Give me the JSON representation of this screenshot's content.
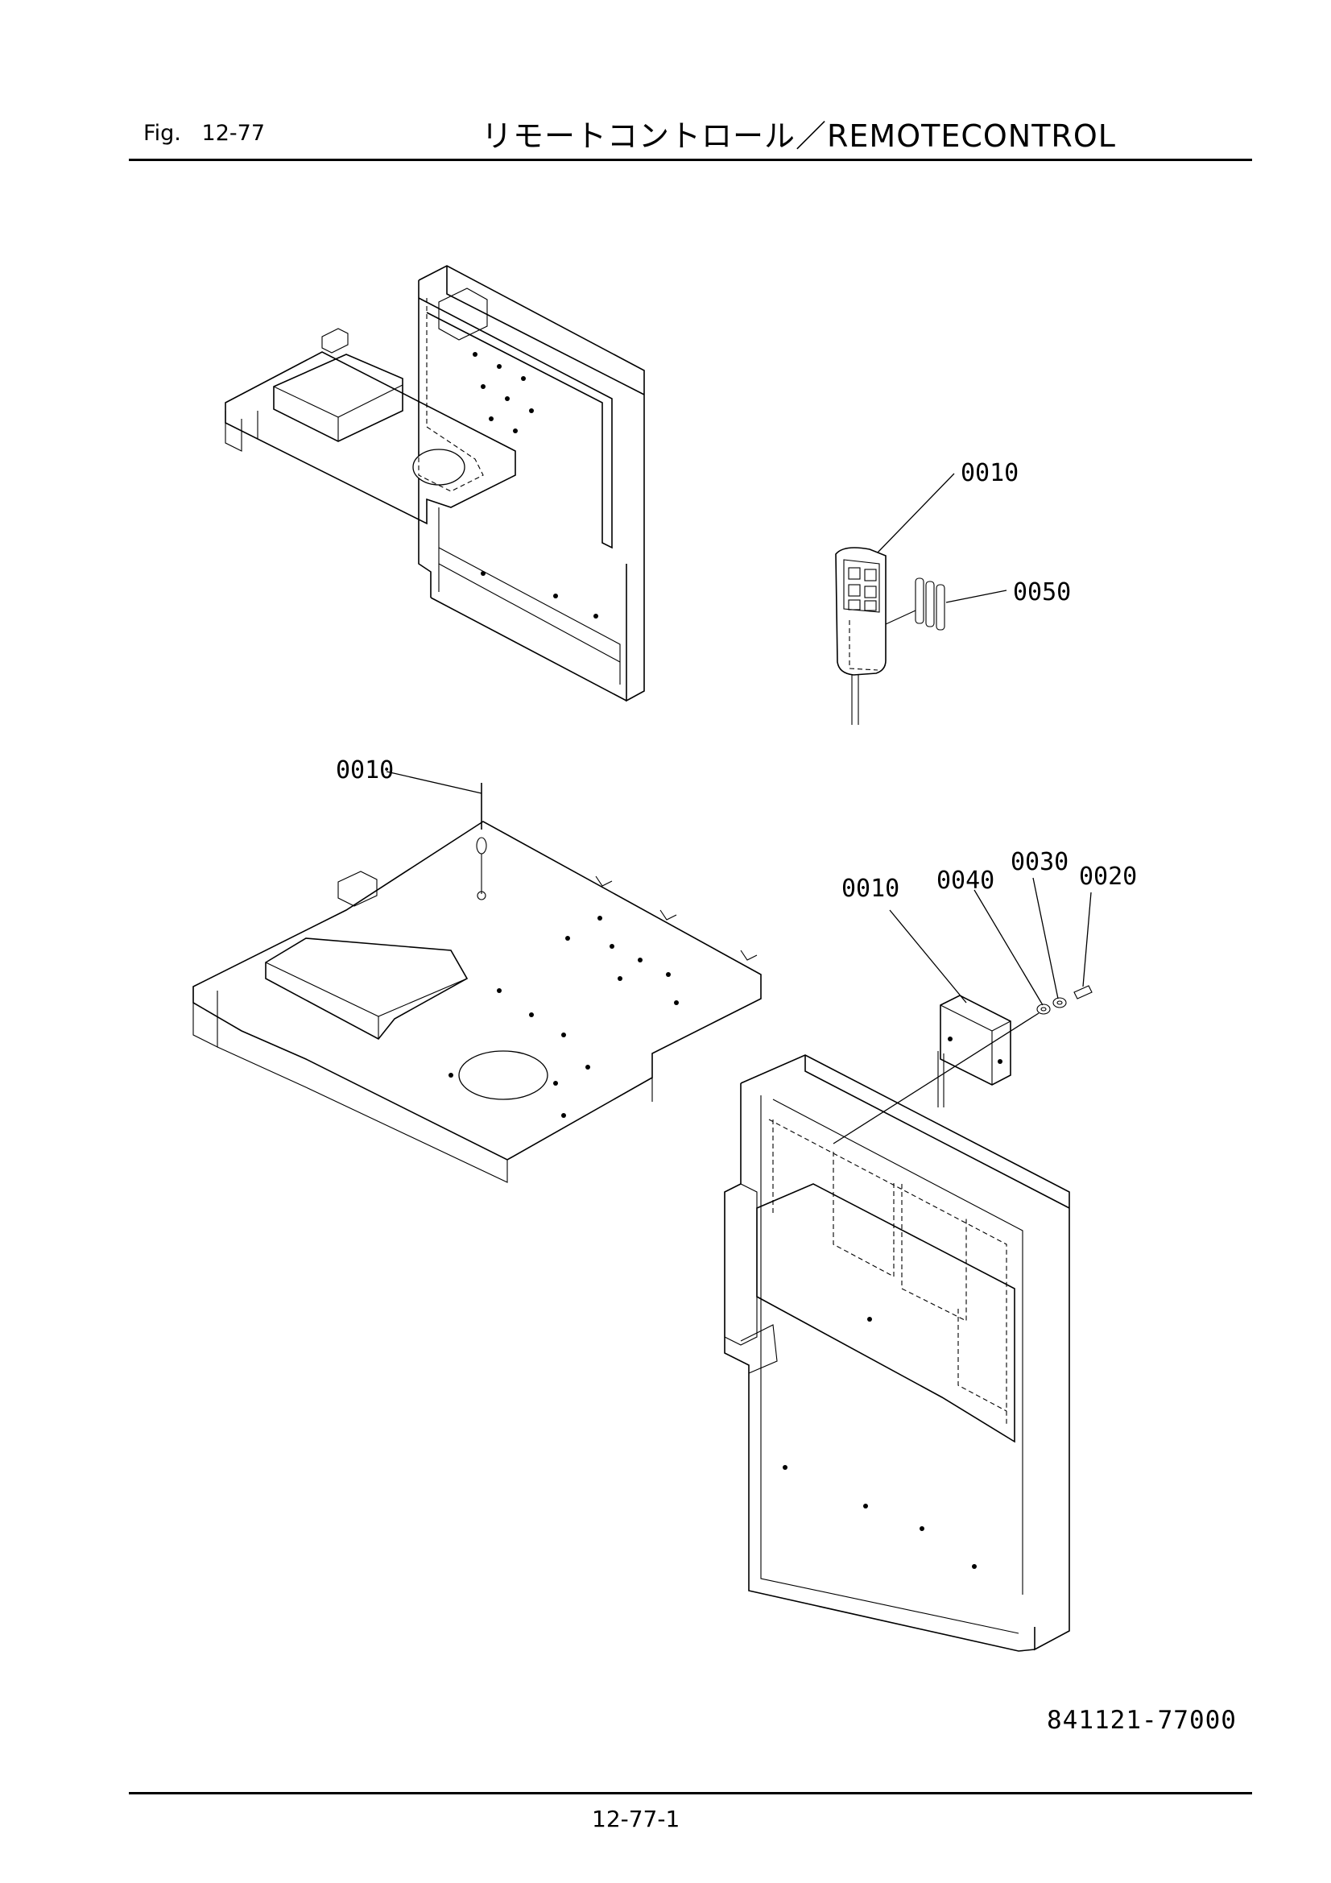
{
  "header": {
    "fig_label": "Fig.",
    "fig_number": "12-77",
    "title": "リモートコントロール／REMOTECONTROL"
  },
  "callouts": [
    {
      "id": "c1",
      "text": "0010"
    },
    {
      "id": "c2",
      "text": "0050"
    },
    {
      "id": "c3",
      "text": "0010"
    },
    {
      "id": "c4",
      "text": "0010"
    },
    {
      "id": "c5",
      "text": "0040"
    },
    {
      "id": "c6",
      "text": "0030"
    },
    {
      "id": "c7",
      "text": "0020"
    }
  ],
  "drawing_number": "841121-77000",
  "footer": {
    "page_number": "12-77-1"
  }
}
